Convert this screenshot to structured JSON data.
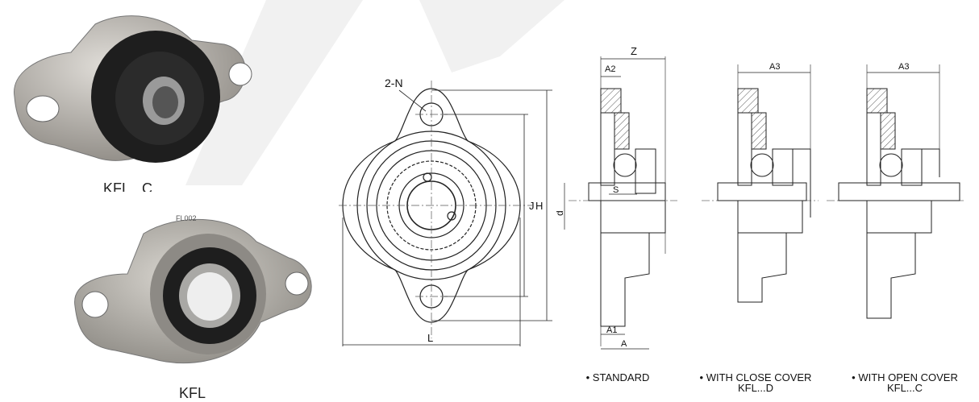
{
  "products": [
    {
      "caption": "KFL...C"
    },
    {
      "caption": "KFL",
      "marking": "FL002"
    }
  ],
  "front_view": {
    "labels": {
      "n": "2-N",
      "j": "J",
      "h": "H",
      "l": "L"
    }
  },
  "section_views": {
    "labels": {
      "z": "Z",
      "a2": "A2",
      "a3": "A3",
      "a3b": "A3",
      "d": "d",
      "s": "S",
      "a1": "A1",
      "a": "A"
    }
  },
  "view_captions": [
    {
      "line1": "• STANDARD",
      "line2": ""
    },
    {
      "line1": "• WITH CLOSE COVER",
      "line2": "KFL...D"
    },
    {
      "line1": "• WITH OPEN COVER",
      "line2": "KFL...C"
    }
  ],
  "colors": {
    "line": "#222222",
    "metal": "#b9b6b0",
    "rubber": "#1e1e1e",
    "watermark": "#ededed"
  }
}
